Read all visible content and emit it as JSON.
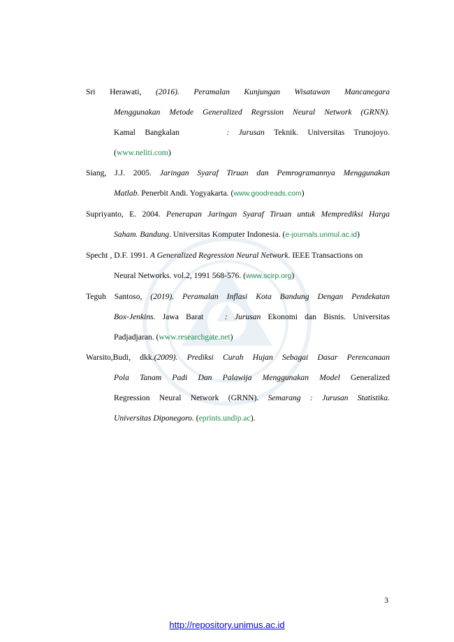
{
  "references": [
    {
      "l1a": "Sri Herawati,",
      "l1b": "(2016). Peramalan Kunjungan Wisatawan Mancanegara",
      "l2": "Menggunakan Metode Generalized Regrssion Neural Network (GRNN).",
      "l3a": "Kamal Bangkalan",
      "l3b": ": Jurusan",
      "l3c": "Teknik. Universitas Trunojoyo.",
      "link": "www.neliti.com"
    },
    {
      "l1a": "Siang, J.J. 2005.",
      "l1b": "Jaringan Syaraf Tiruan dan Pemrogramannya Menggunakan",
      "l2a": "Matlab",
      "l2b": ". Penerbit Andi. Yogyakarta. (",
      "link": "www.goodreads.com"
    },
    {
      "l1a": "Supriyanto, E. 2004.",
      "l1b": "Penerapan Jaringan Syaraf Tiruan untuk Memprediksi Harga",
      "l2a": "Saham. Bandung",
      "l2b": ". Universitas Komputer Indonesia. (",
      "link": "e-journals.unmul.ac.id"
    },
    {
      "l1a": "Specht , D.F. 1991.",
      "l1b": "A Generalized Regression Neural Network",
      "l1c": ". IEEE Transactions on",
      "l2": "Neural Networks. vol.2, 1991 568-576. (",
      "link": "www.scirp.org"
    },
    {
      "l1a": "Teguh Santoso,",
      "l1b": "(2019). Peramalan Inflasi Kota Bandung Dengan Pendekatan",
      "l2a": "Box-Jenkins.",
      "l2b": "Jawa Barat",
      "l2c": ": Jurusan",
      "l2d": "Ekonomi dan Bisnis. Universitas",
      "l3": "Padjadjaran. (",
      "link": "www.researchgate.net"
    },
    {
      "l1a": "Warsito,Budi, dkk.",
      "l1b": "(2009). Prediksi Curah Hujan Sebagai Dasar Perencanaan",
      "l2a": "Pola Tanam Padi Dan Palawija Menggunakan Model",
      "l2b": "Generalized",
      "l3a": "Regression Neural Network (GRNN).",
      "l3b": "Semarang : Jurusan Statistika.",
      "l4": "Universitas Diponegoro.",
      "link": "eprints.undip.ac"
    }
  ],
  "page_number": "3",
  "footer_url": "http://repository.unimus.ac.id"
}
